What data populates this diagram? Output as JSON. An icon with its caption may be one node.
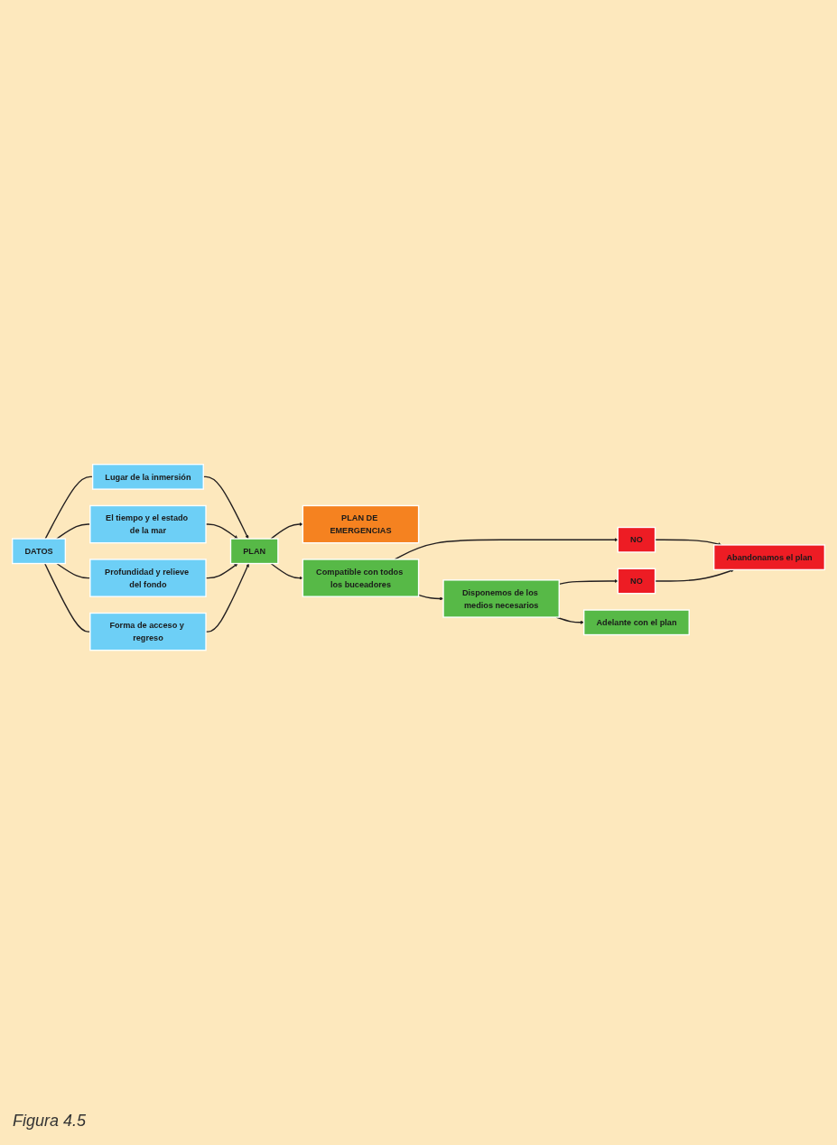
{
  "diagram": {
    "caption": "Figura 4.5",
    "nodes": [
      {
        "text": [
          "DATOS"
        ]
      },
      {
        "text": [
          "Lugar de la inmersión"
        ]
      },
      {
        "text": [
          "El tiempo y el estado de la mar"
        ]
      },
      {
        "text": [
          "Profundidad y relieve del fondo"
        ]
      },
      {
        "text": [
          "Forma de acceso y regreso"
        ]
      },
      {
        "text": [
          "PLAN"
        ]
      },
      {
        "text": [
          "PLAN DE EMERGENCIAS"
        ]
      },
      {
        "text": [
          "Compatible con todos los buceadores"
        ]
      },
      {
        "text": [
          "NO"
        ]
      },
      {
        "text": [
          "Abandonamos el plan"
        ]
      },
      {
        "text": [
          "Disponemos de los medios necesarios"
        ]
      },
      {
        "text": [
          "NO"
        ]
      },
      {
        "text": [
          "Adelante con el plan"
        ]
      }
    ],
    "edges": [
      {
        "from": 0,
        "to": 1,
        "arrow": "none"
      },
      {
        "from": 0,
        "to": 2,
        "arrow": "none"
      },
      {
        "from": 0,
        "to": 3,
        "arrow": "none"
      },
      {
        "from": 0,
        "to": 4,
        "arrow": "none"
      },
      {
        "from": 1,
        "to": 5,
        "arrow": "to"
      },
      {
        "from": 2,
        "to": 5,
        "arrow": "to"
      },
      {
        "from": 3,
        "to": 5,
        "arrow": "to"
      },
      {
        "from": 4,
        "to": 5,
        "arrow": "to"
      },
      {
        "from": 5,
        "to": 6,
        "arrow": "to"
      },
      {
        "from": 5,
        "to": 7,
        "arrow": "to"
      },
      {
        "from": 7,
        "to": 8,
        "arrow": "to"
      },
      {
        "from": 8,
        "to": 9,
        "arrow": "to"
      },
      {
        "from": 7,
        "to": 10,
        "arrow": "to"
      },
      {
        "from": 10,
        "to": 11,
        "arrow": "to"
      },
      {
        "from": 11,
        "to": 9,
        "arrow": "to"
      },
      {
        "from": 10,
        "to": 12,
        "arrow": "to"
      }
    ]
  }
}
